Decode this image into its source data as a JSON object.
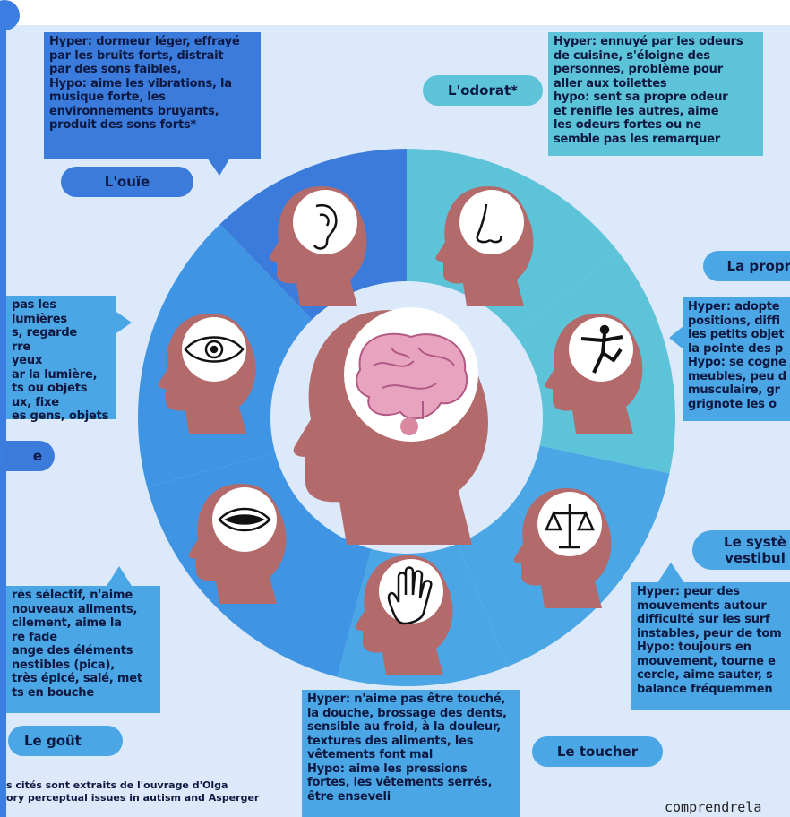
{
  "colors": {
    "dark_blue": "#3a7bdc",
    "teal": "#5dc3d9",
    "mid_blue": "#4ba6e6",
    "head": "#b36a6a",
    "brain": "#e8a4bf",
    "text": "#0d1840",
    "bg": "#dbe9fb"
  },
  "senses": {
    "hearing": {
      "label": "L'ouïe",
      "text": "Hyper: dormeur léger, effrayé\npar les bruits forts, distrait\npar des sons faibles,\nHypo: aime les vibrations, la\nmusique forte, les\nenvironnements bruyants,\nproduit des sons forts*",
      "icon": "ear-icon"
    },
    "smell": {
      "label": "L'odorat*",
      "text": "Hyper: ennuyé par les odeurs\nde cuisine, s'éloigne des\npersonnes, problème pour\naller aux toilettes\nhypo: sent sa propre odeur\net renifle les autres, aime\nles odeurs fortes ou ne\nsemble pas les remarquer",
      "icon": "nose-icon"
    },
    "proprioception": {
      "label": "La proprio",
      "text": "Hyper: adopte\npositions, diffi\nles petits objet\nla pointe des p\nHypo: se cogne\nmeubles, peu d\nmusculaire, gr\ngrignote les o",
      "icon": "dancer-icon"
    },
    "vision": {
      "label": "e",
      "text": "pas les lumières\ns, regarde\nrre\nyeux\nar la lumière,\nts ou objets\nux, fixe\nes gens, objets",
      "icon": "eye-icon"
    },
    "taste": {
      "label": "Le goût",
      "text": "rès sélectif, n'aime\nnouveaux aliments,\ncilement, aime la\nre fade\nange des éléments\nnestibles (pica),\ntrès épicé, salé, met\nts en bouche",
      "icon": "mouth-icon"
    },
    "vestibular": {
      "label": "Le systè\nvestibul",
      "text": "Hyper: peur des\nmouvements autour\ndifficulté sur les surf\ninstables, peur de tom\nHypo: toujours en\nmouvement, tourne e\ncercle, aime sauter, s\nbalance fréquemmen",
      "icon": "scale-icon"
    },
    "touch": {
      "label": "Le toucher",
      "text": "Hyper: n'aime pas être touché,\nla douche, brossage des dents,\nsensible au froid, à la douleur,\ntextures des aliments, les\nvêtements font mal\nHypo: aime les pressions\nfortes, les vêtements serrés,\nêtre enseveli",
      "icon": "hand-icon"
    }
  },
  "footnote": "s cités sont extraits de l'ouvrage d'Olga\nory perceptual issues in autism and Asperger",
  "credit": "comprendrela",
  "center_icon": "brain-head-icon"
}
